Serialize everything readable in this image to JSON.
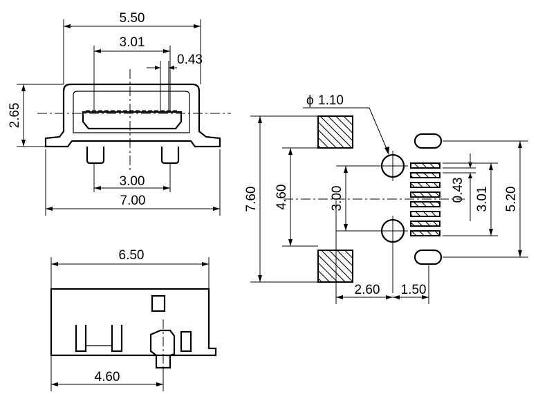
{
  "front_view": {
    "dims": {
      "overall_width": "5.50",
      "inner_width": "3.01",
      "pitch": "0.43",
      "height": "2.65",
      "pin_spacing": "3.00",
      "total_width": "7.00"
    }
  },
  "pcb_layout": {
    "dims": {
      "hole_diameter": "1.10",
      "hole_symbol": "ϕ",
      "overall_height": "7.60",
      "pad_spacing": "4.60",
      "hole_spacing": "3.00",
      "pitch": "0.43",
      "pin_span": "3.01",
      "slot_spacing": "5.20",
      "offset_x": "2.60",
      "offset_pad": "1.50"
    }
  },
  "side_view": {
    "dims": {
      "length": "6.50",
      "pin_offset": "4.60"
    }
  }
}
